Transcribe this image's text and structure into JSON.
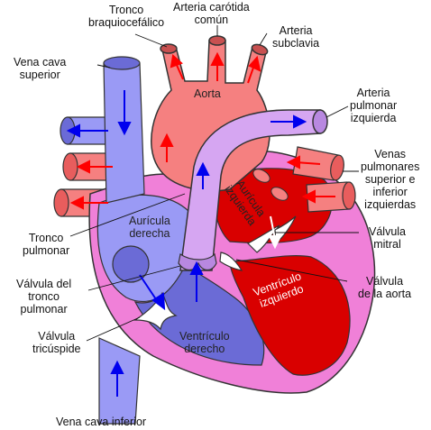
{
  "labels": {
    "tronco_braquiocefalico": [
      "Tronco",
      "braquiocefálico"
    ],
    "arteria_carotida": [
      "Arteria carótida",
      "común"
    ],
    "arteria_subclavia": [
      "Arteria",
      "subclavia"
    ],
    "vena_cava_superior": [
      "Vena cava",
      "superior"
    ],
    "aorta": "Aorta",
    "arteria_pulmonar_izquierda": [
      "Arteria",
      "pulmonar",
      "izquierda"
    ],
    "venas_pulmonares": [
      "Venas",
      "pulmonares",
      "superior e",
      "inferior",
      "izquierdas"
    ],
    "auricula_izquierda": [
      "Aurícula",
      "izquierda"
    ],
    "auricula_derecha": [
      "Aurícula",
      "derecha"
    ],
    "valvula_mitral": [
      "Válvula",
      "mitral"
    ],
    "tronco_pulmonar": [
      "Tronco",
      "pulmonar"
    ],
    "valvula_aorta": [
      "Válvula",
      "de la aorta"
    ],
    "ventriculo_izquierdo": [
      "Ventrículo",
      "izquierdo"
    ],
    "valvula_tronco_pulmonar": [
      "Válvula del",
      "tronco",
      "pulmonar"
    ],
    "valvula_tricuspide": [
      "Válvula",
      "tricúspide"
    ],
    "ventriculo_derecho": [
      "Ventrículo",
      "derecho"
    ],
    "vena_cava_inferior": "Vena cava inferior"
  },
  "colors": {
    "deoxygenated": "#9a9af5",
    "deoxygenated_dark": "#6b6bd6",
    "oxygenated": "#f58080",
    "oxygenated_dark": "#d90000",
    "heart_wall": "#f080d8",
    "pulmonary_trunk": "#d6a6f2",
    "arrow_blue": "#0000ee",
    "arrow_red": "#ff0000"
  }
}
